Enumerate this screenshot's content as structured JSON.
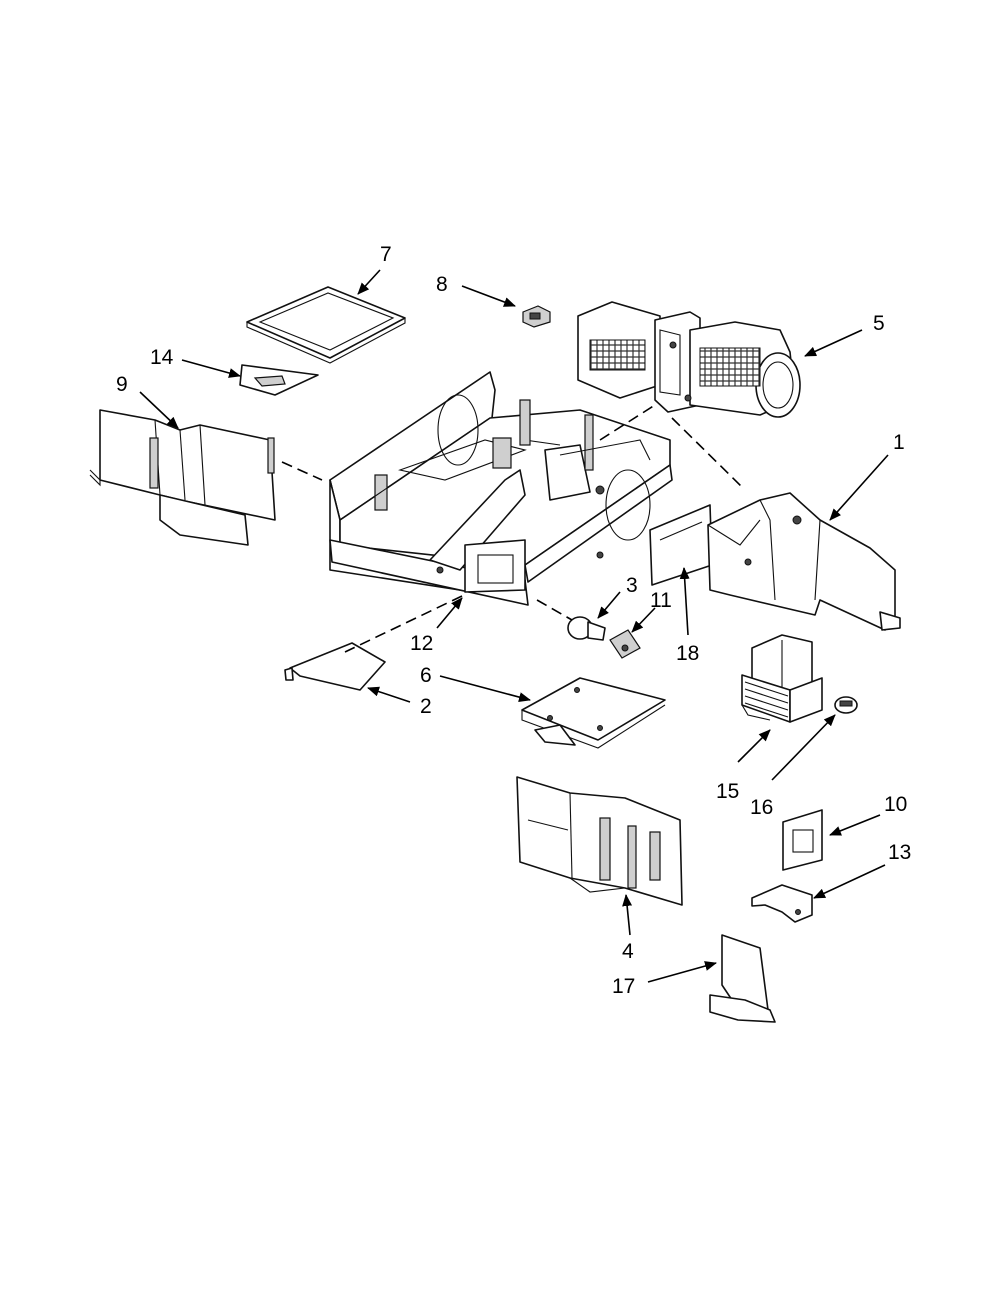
{
  "callouts": [
    {
      "key": "c1",
      "label": "1"
    },
    {
      "key": "c2",
      "label": "2"
    },
    {
      "key": "c3",
      "label": "3"
    },
    {
      "key": "c4",
      "label": "4"
    },
    {
      "key": "c5",
      "label": "5"
    },
    {
      "key": "c6",
      "label": "6"
    },
    {
      "key": "c7",
      "label": "7"
    },
    {
      "key": "c8",
      "label": "8"
    },
    {
      "key": "c9",
      "label": "9"
    },
    {
      "key": "c10",
      "label": "10"
    },
    {
      "key": "c11",
      "label": "11"
    },
    {
      "key": "c12",
      "label": "12"
    },
    {
      "key": "c13",
      "label": "13"
    },
    {
      "key": "c14",
      "label": "14"
    },
    {
      "key": "c15",
      "label": "15"
    },
    {
      "key": "c16",
      "label": "16"
    },
    {
      "key": "c17",
      "label": "17"
    },
    {
      "key": "c18",
      "label": "18"
    }
  ],
  "colors": {
    "line": "#111111",
    "background": "#ffffff",
    "shade": "#cfcfcf"
  }
}
